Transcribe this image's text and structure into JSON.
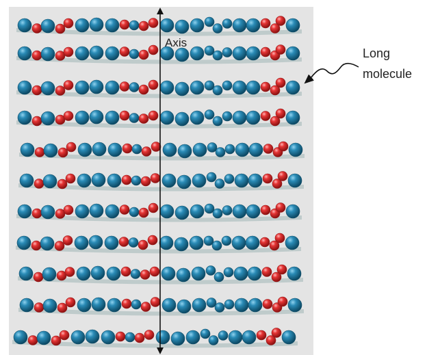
{
  "diagram": {
    "axis_label": "Axis",
    "callout_label_line1": "Long",
    "callout_label_line2": "molecule",
    "colors": {
      "panel": "#e4e4e4",
      "molecule_shadow": "#b9c7c7",
      "atom_large": "#1f7aa3",
      "atom_large_edge": "#0f4d69",
      "atom_small": "#e23030",
      "atom_small_edge": "#951515",
      "axis": "#111111"
    },
    "icons": {
      "axis": "double-headed-arrow",
      "callout": "wavy-arrow"
    }
  }
}
